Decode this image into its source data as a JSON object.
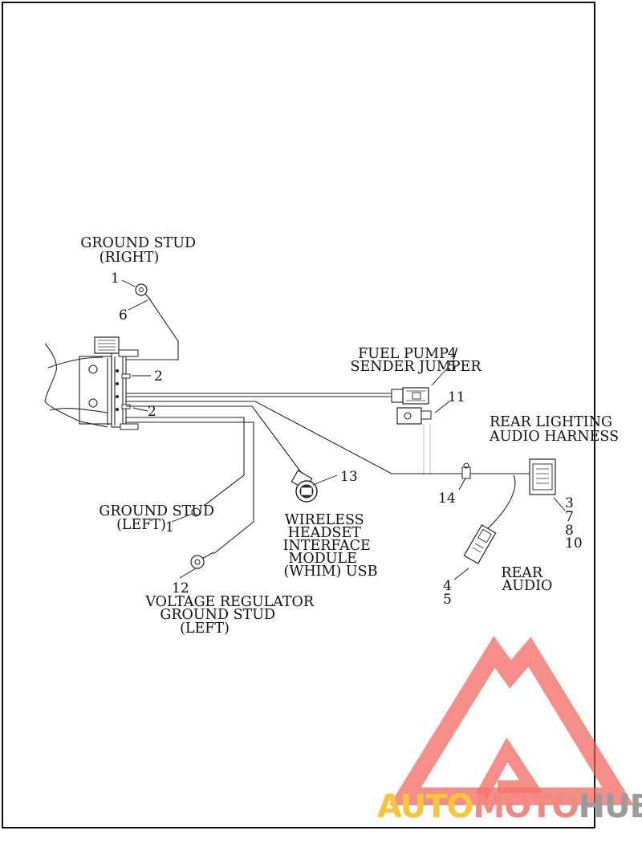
{
  "labels": {
    "ground_stud_right": [
      "GROUND STUD",
      "(RIGHT)"
    ],
    "fuel_pump": [
      "FUEL PUMP /",
      "SENDER JUMPER"
    ],
    "rear_lighting": [
      "REAR LIGHTING",
      "AUDIO HARNESS"
    ],
    "ground_stud_left": [
      "GROUND STUD",
      "(LEFT)"
    ],
    "whim": [
      "WIRELESS",
      "HEADSET",
      "INTERFACE",
      "MODULE",
      "(WHIM) USB"
    ],
    "voltage_regulator": [
      "VOLTAGE REGULATOR",
      "GROUND STUD",
      "(LEFT)"
    ],
    "rear_audio": [
      "REAR",
      "AUDIO"
    ]
  },
  "callouts": {
    "c1_right": "1",
    "c6": "6",
    "c2_upper": "2",
    "c2_lower": "2",
    "c4_fuel": "4",
    "c5_fuel": "5",
    "c11": "11",
    "c13": "13",
    "c14": "14",
    "c3": "3",
    "c7": "7",
    "c8": "8",
    "c10": "10",
    "c1_left": "1",
    "c12": "12",
    "c4_audio": "4",
    "c5_audio": "5"
  },
  "watermark": {
    "part1": "AUTO",
    "part2": "MOTO",
    "part3": "HUB",
    "color1": "#f7c53a",
    "color2": "#f08a80",
    "color3": "#9b9b9b",
    "logo_color": "#f05a50"
  }
}
